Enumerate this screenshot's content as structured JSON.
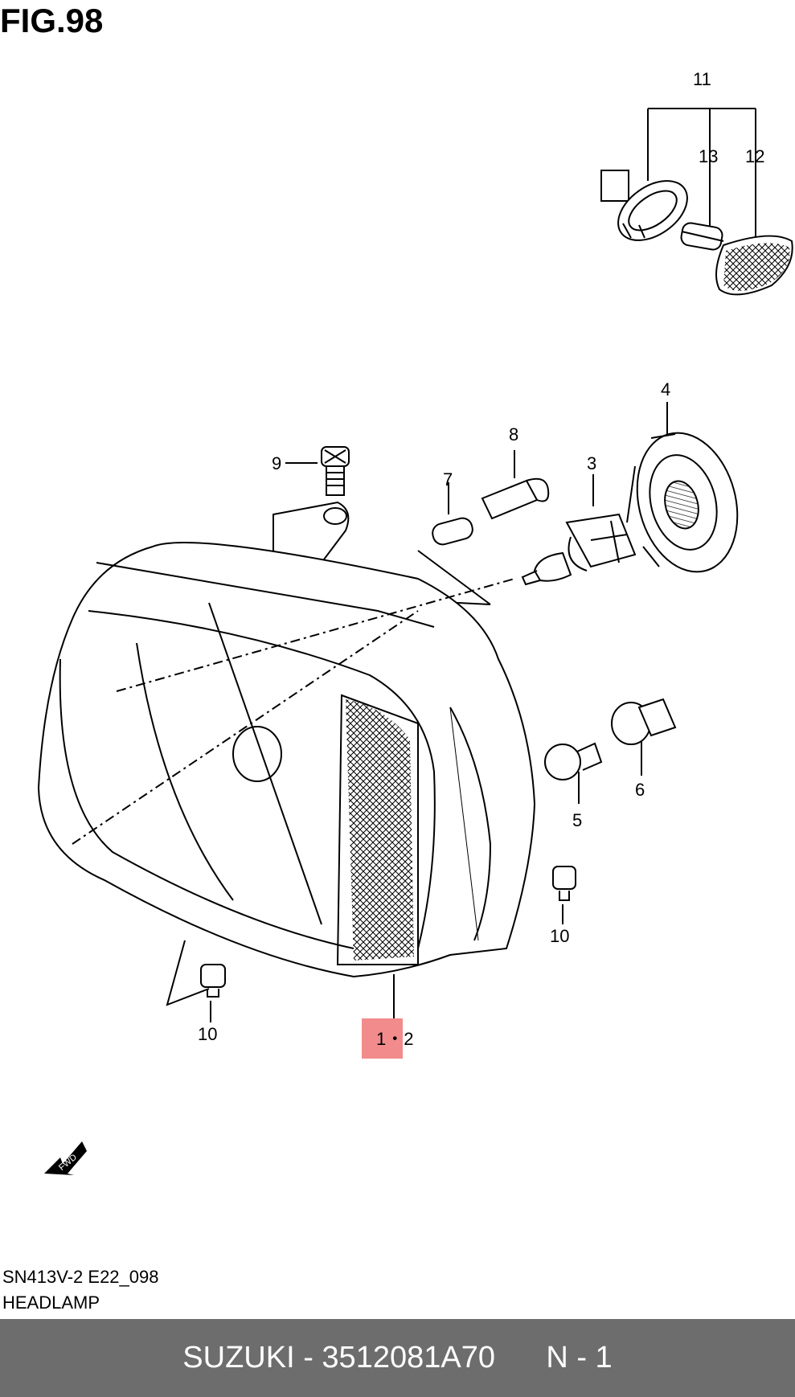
{
  "figure": {
    "title": "FIG.98",
    "code": "SN413V-2 E22_098",
    "name": "HEADLAMP",
    "fwd_label": "FWD",
    "highlight_color": "#f28b8b"
  },
  "callouts": {
    "c1_2": "1・2",
    "c3": "3",
    "c4": "4",
    "c5": "5",
    "c6": "6",
    "c7": "7",
    "c8": "8",
    "c9": "9",
    "c10a": "10",
    "c10b": "10",
    "c11": "11",
    "c12": "12",
    "c13": "13"
  },
  "footer": {
    "brand": "SUZUKI",
    "separator": " - ",
    "part_number": "3512081A70",
    "quantity": "N - 1",
    "bg_color": "#6d6d6d"
  }
}
